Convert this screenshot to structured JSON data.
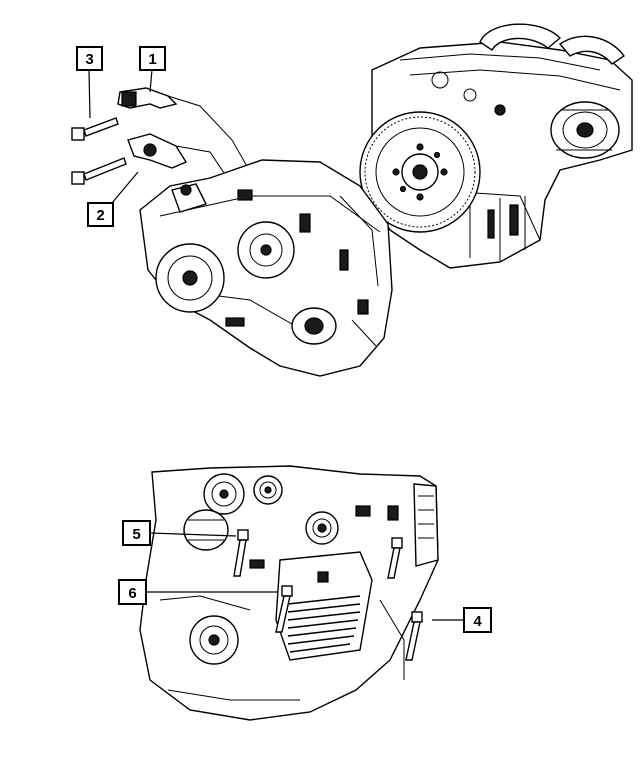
{
  "callouts": [
    {
      "label": "1"
    },
    {
      "label": "2"
    },
    {
      "label": "3"
    },
    {
      "label": "4"
    },
    {
      "label": "5"
    },
    {
      "label": "6"
    }
  ],
  "colors": {
    "line": "#000000",
    "background": "#ffffff",
    "shade": "#1a1a1a"
  }
}
